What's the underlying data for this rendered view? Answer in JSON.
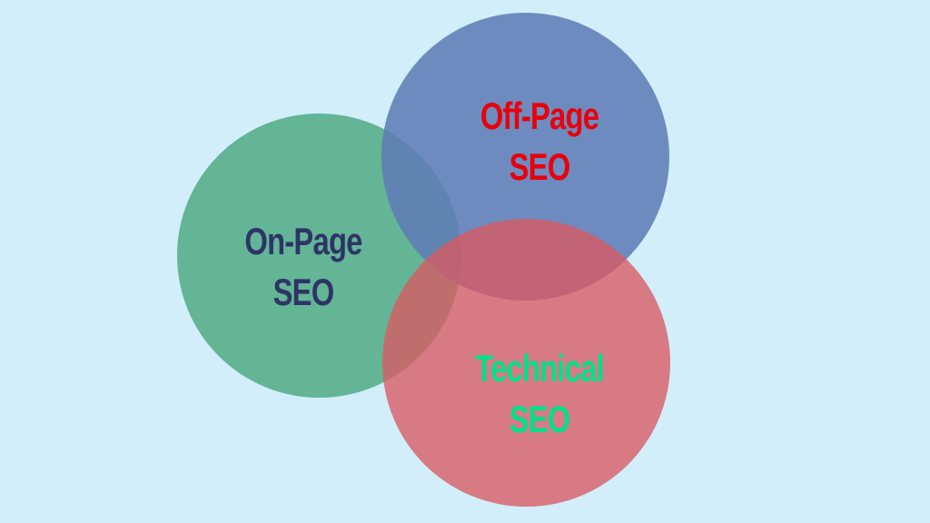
{
  "diagram": {
    "type": "venn",
    "background_color": "#d1eefa",
    "circles": [
      {
        "id": "on-page",
        "label_line1": "On-Page",
        "label_line2": "SEO",
        "fill": "#66b999",
        "text_color": "#2e3466"
      },
      {
        "id": "off-page",
        "label_line1": "Off-Page",
        "label_line2": "SEO",
        "fill": "#718fbe",
        "text_color": "#e8000b"
      },
      {
        "id": "technical",
        "label_line1": "Technical",
        "label_line2": "SEO",
        "fill": "#dd767c",
        "text_color": "#00e08a"
      }
    ]
  }
}
